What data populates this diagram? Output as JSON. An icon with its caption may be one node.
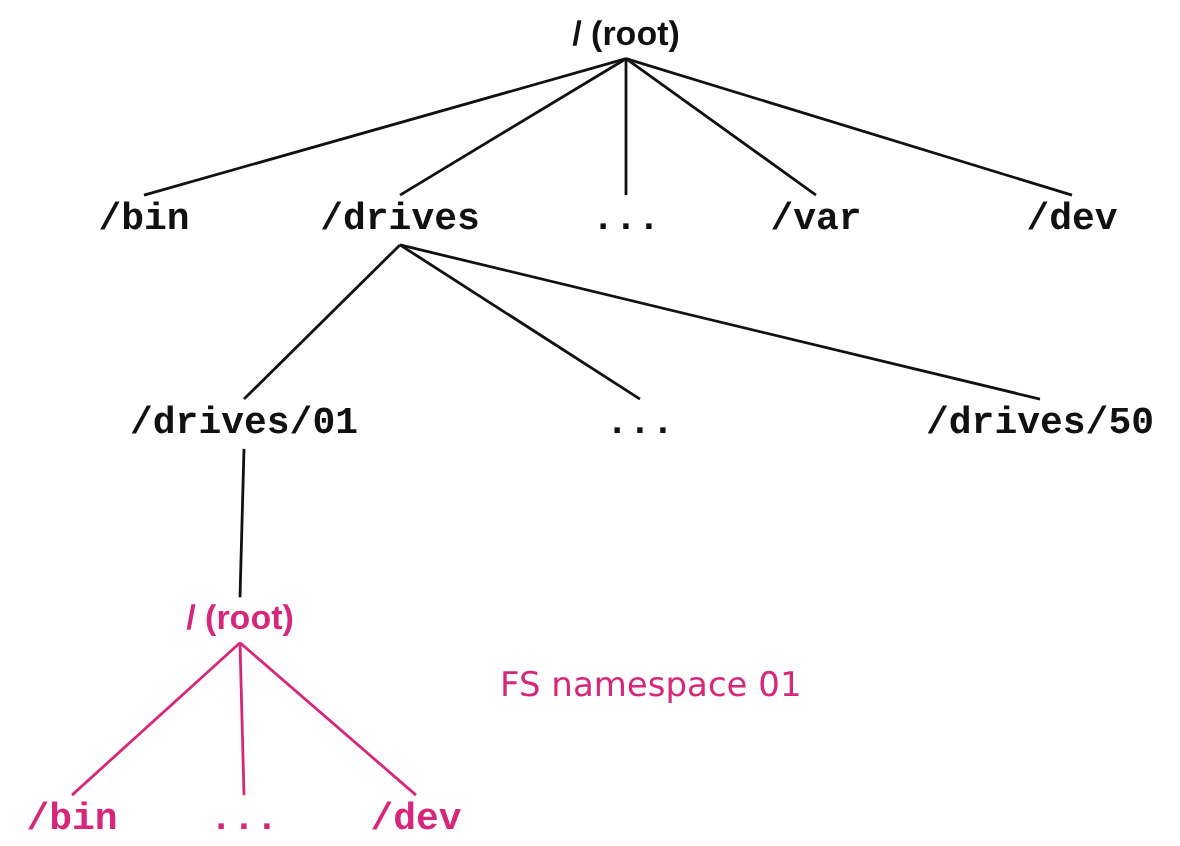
{
  "diagram": {
    "nodes": [
      {
        "text": [
          "/ (root)"
        ]
      },
      {
        "text": [
          "/bin"
        ]
      },
      {
        "text": [
          "/drives"
        ]
      },
      {
        "text": [
          "..."
        ]
      },
      {
        "text": [
          "/var"
        ]
      },
      {
        "text": [
          "/dev"
        ]
      },
      {
        "text": [
          "/drives/01"
        ]
      },
      {
        "text": [
          "..."
        ]
      },
      {
        "text": [
          "/drives/50"
        ]
      },
      {
        "text": [
          "/ (root)"
        ]
      },
      {
        "text": [
          "/bin"
        ]
      },
      {
        "text": [
          "..."
        ]
      },
      {
        "text": [
          "/dev"
        ]
      }
    ],
    "edges": [
      {
        "from": 0,
        "to": 1,
        "arrow": "none"
      },
      {
        "from": 0,
        "to": 2,
        "arrow": "none"
      },
      {
        "from": 0,
        "to": 3,
        "arrow": "none"
      },
      {
        "from": 0,
        "to": 4,
        "arrow": "none"
      },
      {
        "from": 0,
        "to": 5,
        "arrow": "none"
      },
      {
        "from": 2,
        "to": 6,
        "arrow": "none"
      },
      {
        "from": 2,
        "to": 7,
        "arrow": "none"
      },
      {
        "from": 2,
        "to": 8,
        "arrow": "none"
      },
      {
        "from": 6,
        "to": 9,
        "arrow": "none"
      },
      {
        "from": 9,
        "to": 10,
        "arrow": "none",
        "color": "#d6287a"
      },
      {
        "from": 9,
        "to": 11,
        "arrow": "none",
        "color": "#d6287a"
      },
      {
        "from": 9,
        "to": 12,
        "arrow": "none",
        "color": "#d6287a"
      }
    ],
    "labels": [
      "FS namespace 01"
    ]
  }
}
